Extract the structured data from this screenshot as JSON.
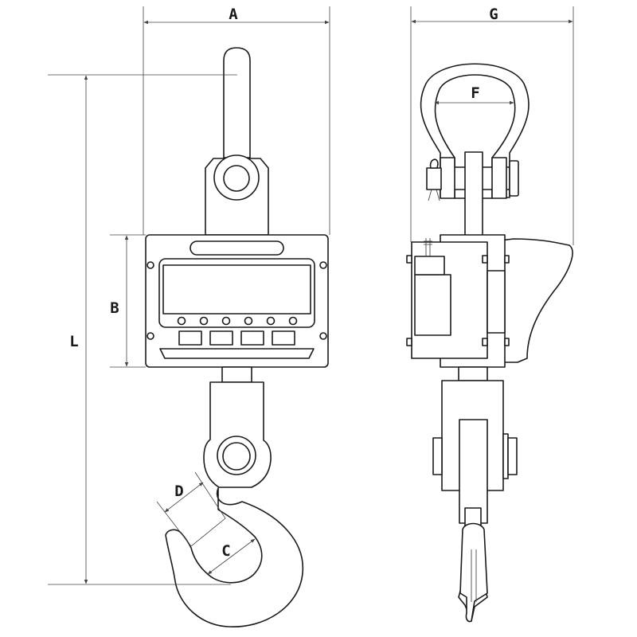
{
  "labels": {
    "A": "A",
    "B": "B",
    "C": "C",
    "D": "D",
    "F": "F",
    "G": "G",
    "L": "L"
  },
  "colors": {
    "line": "#1a1a1a",
    "dimension": "#444444",
    "background": "#ffffff"
  }
}
